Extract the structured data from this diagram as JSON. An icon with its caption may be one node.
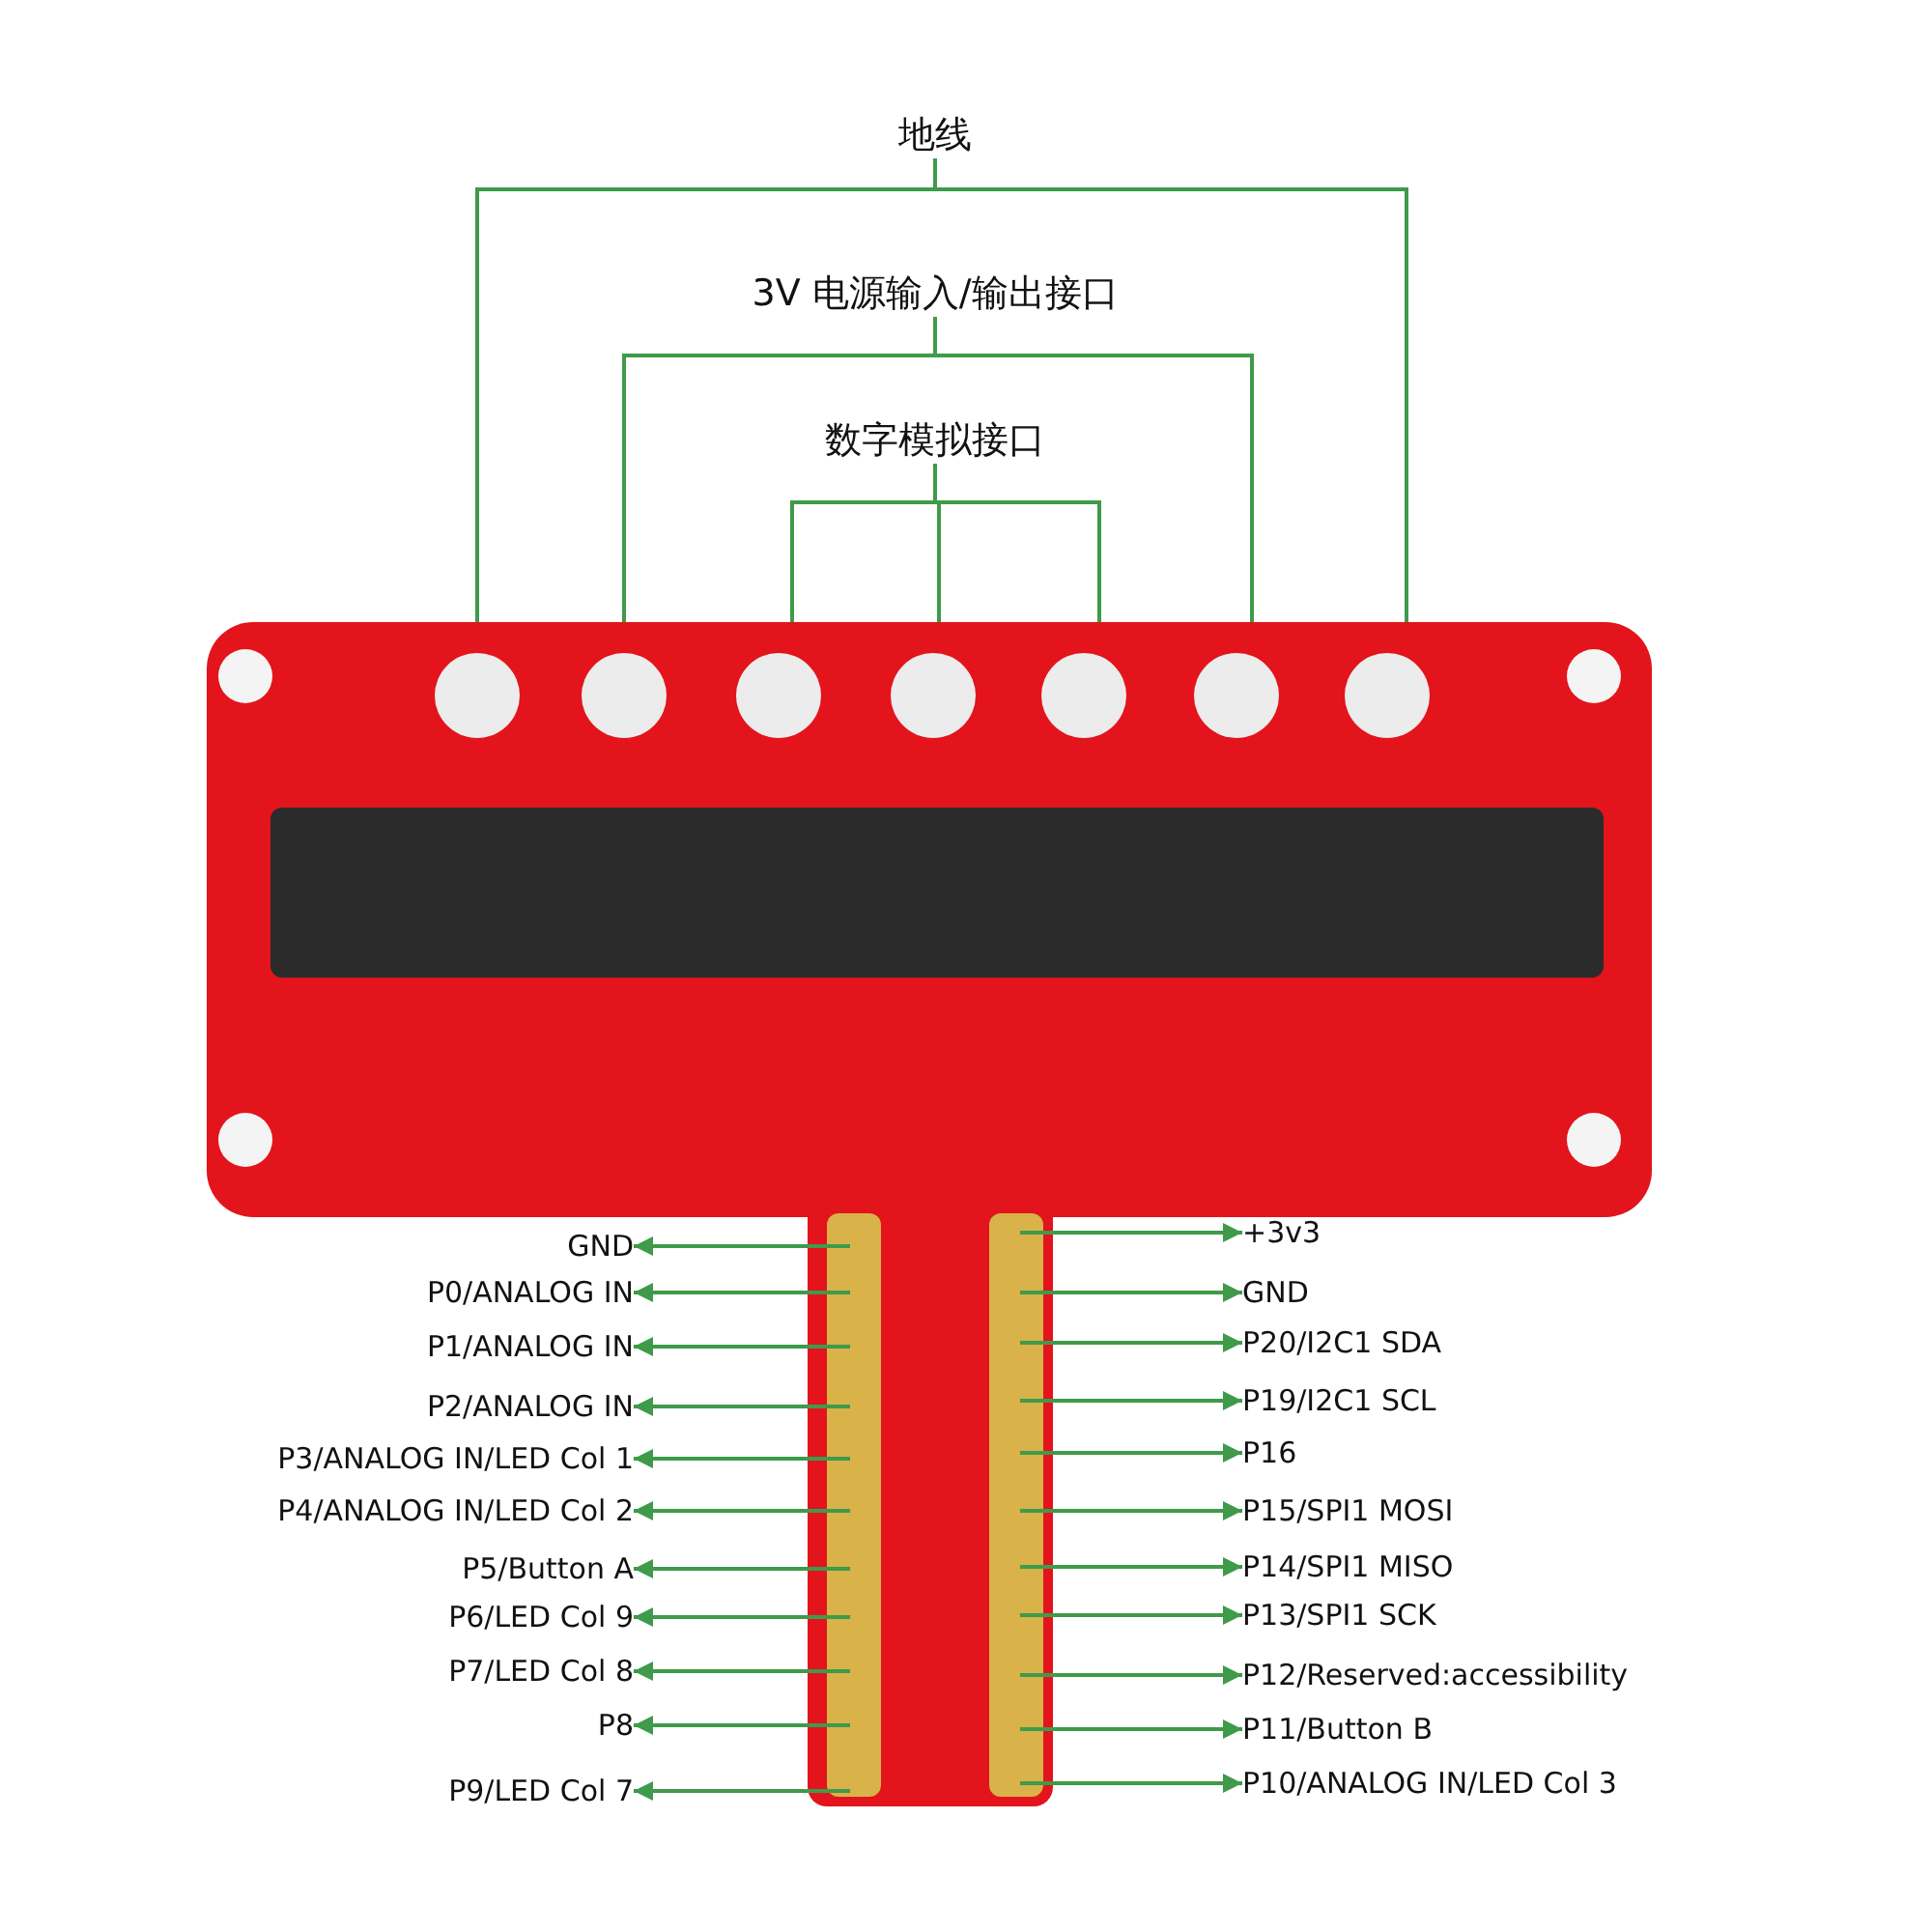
{
  "diagram": {
    "nodes": [
      {
        "text": [
          "地线"
        ]
      },
      {
        "text": [
          "3V 电源输入/输出接口"
        ]
      },
      {
        "text": [
          "数字模拟接口"
        ]
      },
      {
        "text": [
          "GND"
        ]
      },
      {
        "text": [
          "P0/ANALOG IN"
        ]
      },
      {
        "text": [
          "P1/ANALOG IN"
        ]
      },
      {
        "text": [
          "P2/ANALOG IN"
        ]
      },
      {
        "text": [
          "P3/ANALOG IN/LED Col 1"
        ]
      },
      {
        "text": [
          "P4/ANALOG IN/LED Col 2"
        ]
      },
      {
        "text": [
          "P5/Button A"
        ]
      },
      {
        "text": [
          "P6/LED Col 9"
        ]
      },
      {
        "text": [
          "P7/LED Col 8"
        ]
      },
      {
        "text": [
          "P8"
        ]
      },
      {
        "text": [
          "P9/LED Col 7"
        ]
      },
      {
        "text": [
          "+3v3"
        ]
      },
      {
        "text": [
          "GND"
        ]
      },
      {
        "text": [
          "P20/I2C1 SDA"
        ]
      },
      {
        "text": [
          "P19/I2C1 SCL"
        ]
      },
      {
        "text": [
          "P16"
        ]
      },
      {
        "text": [
          "P15/SPI1 MOSI"
        ]
      },
      {
        "text": [
          "P14/SPI1 MISO"
        ]
      },
      {
        "text": [
          "P13/SPI1 SCK"
        ]
      },
      {
        "text": [
          "P12/Reserved:accessibility"
        ]
      },
      {
        "text": [
          "P11/Button B"
        ]
      },
      {
        "text": [
          "P10/ANALOG IN/LED Col 3"
        ]
      }
    ],
    "edges": [
      {
        "from": 0,
        "to": null,
        "arrow": "none"
      },
      {
        "from": 0,
        "to": null,
        "arrow": "none"
      },
      {
        "from": 1,
        "to": null,
        "arrow": "none"
      },
      {
        "from": 1,
        "to": null,
        "arrow": "none"
      },
      {
        "from": 2,
        "to": null,
        "arrow": "none"
      },
      {
        "from": 2,
        "to": null,
        "arrow": "none"
      },
      {
        "from": 2,
        "to": null,
        "arrow": "none"
      },
      {
        "from": null,
        "to": 3,
        "arrow": "to"
      },
      {
        "from": null,
        "to": 4,
        "arrow": "to"
      },
      {
        "from": null,
        "to": 5,
        "arrow": "to"
      },
      {
        "from": null,
        "to": 6,
        "arrow": "to"
      },
      {
        "from": null,
        "to": 7,
        "arrow": "to"
      },
      {
        "from": null,
        "to": 8,
        "arrow": "to"
      },
      {
        "from": null,
        "to": 9,
        "arrow": "to"
      },
      {
        "from": null,
        "to": 10,
        "arrow": "to"
      },
      {
        "from": null,
        "to": 11,
        "arrow": "to"
      },
      {
        "from": null,
        "to": 12,
        "arrow": "to"
      },
      {
        "from": null,
        "to": 13,
        "arrow": "to"
      },
      {
        "from": null,
        "to": 14,
        "arrow": "to"
      },
      {
        "from": null,
        "to": 15,
        "arrow": "to"
      },
      {
        "from": null,
        "to": 16,
        "arrow": "to"
      },
      {
        "from": null,
        "to": 17,
        "arrow": "to"
      },
      {
        "from": null,
        "to": 18,
        "arrow": "to"
      },
      {
        "from": null,
        "to": 19,
        "arrow": "to"
      },
      {
        "from": null,
        "to": 20,
        "arrow": "to"
      },
      {
        "from": null,
        "to": 21,
        "arrow": "to"
      },
      {
        "from": null,
        "to": 22,
        "arrow": "to"
      },
      {
        "from": null,
        "to": 23,
        "arrow": "to"
      },
      {
        "from": null,
        "to": 24,
        "arrow": "to"
      }
    ]
  }
}
